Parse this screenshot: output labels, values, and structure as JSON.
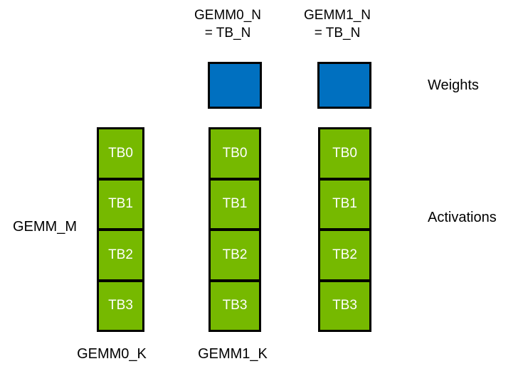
{
  "diagram": {
    "top_labels": [
      {
        "text": "GEMM0_N\n= TB_N"
      },
      {
        "text": "GEMM1_N\n= TB_N"
      }
    ],
    "side_labels": {
      "weights": "Weights",
      "activations": "Activations",
      "gemm_m": "GEMM_M"
    },
    "bottom_labels": [
      {
        "text": "GEMM0_K"
      },
      {
        "text": "GEMM1_K"
      }
    ],
    "columns": [
      {
        "cells": [
          "TB0",
          "TB1",
          "TB2",
          "TB3"
        ]
      },
      {
        "cells": [
          "TB0",
          "TB1",
          "TB2",
          "TB3"
        ]
      },
      {
        "cells": [
          "TB0",
          "TB1",
          "TB2",
          "TB3"
        ]
      }
    ],
    "weight_blocks_count": 2
  },
  "colors": {
    "activation_green": "#76B900",
    "weight_blue": "#0070C0",
    "outline": "#000000",
    "cell_text": "#FFFFFF",
    "label_text": "#000000",
    "background": "#FFFFFF"
  }
}
